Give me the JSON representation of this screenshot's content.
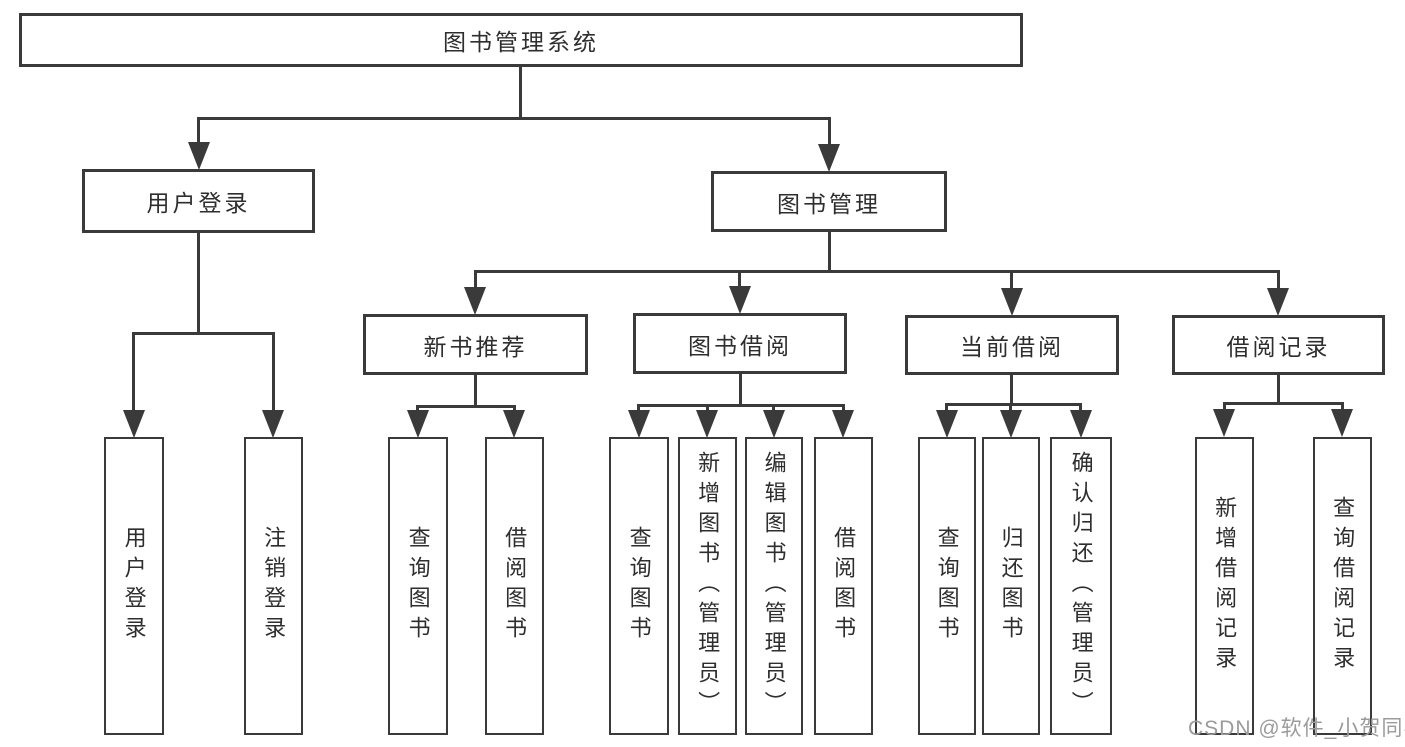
{
  "colors": {
    "line": "#3a3a3a",
    "text": "#2e2e2e",
    "watermark": "#9b9b9b",
    "bg": "#ffffff"
  },
  "watermark": {
    "text": "CSDN @软件_小贺同学"
  },
  "tree": {
    "root": {
      "label": "图书管理系统"
    },
    "level2": [
      {
        "label": "用户登录",
        "children": [
          {
            "label": "用户登录"
          },
          {
            "label": "注销登录"
          }
        ]
      },
      {
        "label": "图书管理",
        "children": [
          {
            "label": "新书推荐",
            "children": [
              {
                "label": "查询图书"
              },
              {
                "label": "借阅图书"
              }
            ]
          },
          {
            "label": "图书借阅",
            "children": [
              {
                "label": "查询图书"
              },
              {
                "label": "新增图书（管理员）"
              },
              {
                "label": "编辑图书（管理员）"
              },
              {
                "label": "借阅图书"
              }
            ]
          },
          {
            "label": "当前借阅",
            "children": [
              {
                "label": "查询图书"
              },
              {
                "label": "归还图书"
              },
              {
                "label": "确认归还（管理员）"
              }
            ]
          },
          {
            "label": "借阅记录",
            "children": [
              {
                "label": "新增借阅记录"
              },
              {
                "label": "查询借阅记录"
              }
            ]
          }
        ]
      }
    ]
  }
}
